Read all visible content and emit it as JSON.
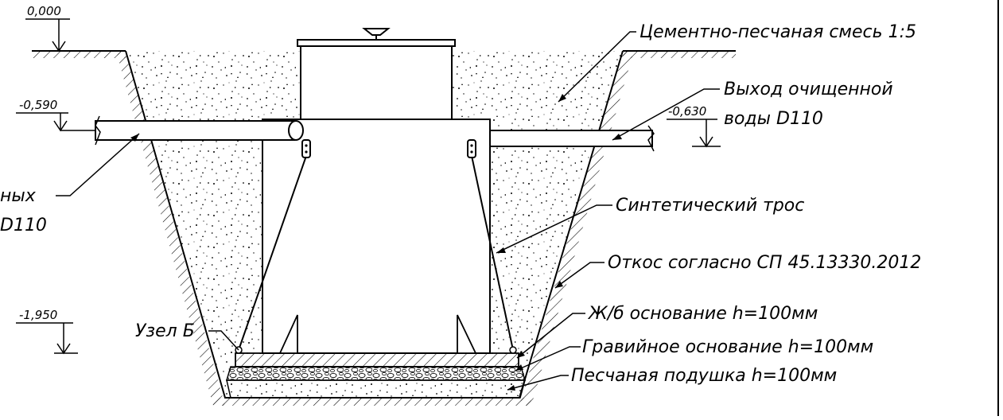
{
  "elevations": {
    "ground": "0,000",
    "inlet": "-0,590",
    "outlet": "-0,630",
    "bottom": "-1,950"
  },
  "labels": {
    "backfill": "Цементно-песчаная смесь 1:5",
    "outlet_line1": "Выход очищенной",
    "outlet_line2": "воды D110",
    "inlet_line1": "ных",
    "inlet_line2": "D110",
    "rope": "Синтетический трос",
    "slope": "Откос согласно СП 45.13330.2012",
    "node": "Узел Б",
    "concrete_base": "Ж/б основание h=100мм",
    "gravel_base": "Гравийное основание h=100мм",
    "sand_cushion": "Песчаная подушка h=100мм"
  },
  "colors": {
    "line": "#000000",
    "fill": "#ffffff"
  }
}
